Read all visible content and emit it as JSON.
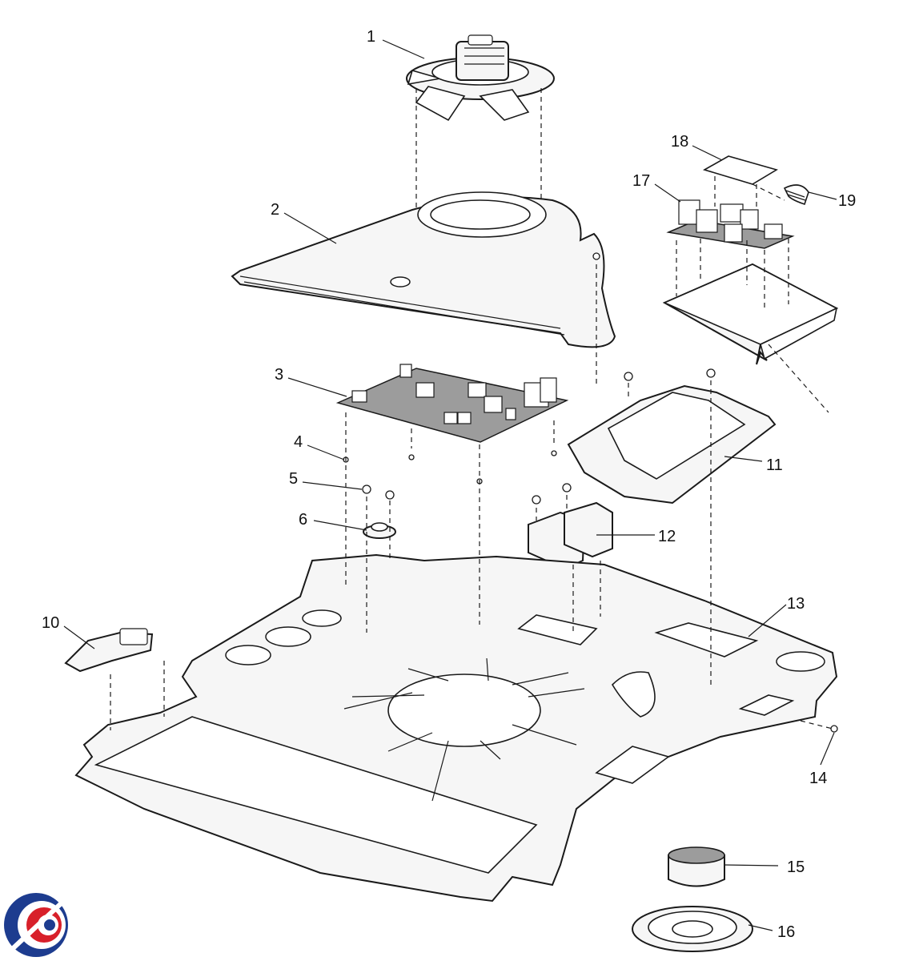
{
  "diagram": {
    "type": "exploded-parts-diagram",
    "callouts": [
      {
        "id": "c1",
        "label": "1"
      },
      {
        "id": "c2",
        "label": "2"
      },
      {
        "id": "c3",
        "label": "3"
      },
      {
        "id": "c4",
        "label": "4"
      },
      {
        "id": "c5",
        "label": "5"
      },
      {
        "id": "c6",
        "label": "6"
      },
      {
        "id": "c10",
        "label": "10"
      },
      {
        "id": "c11",
        "label": "11"
      },
      {
        "id": "c12",
        "label": "12"
      },
      {
        "id": "c13",
        "label": "13"
      },
      {
        "id": "c14",
        "label": "14"
      },
      {
        "id": "c15",
        "label": "15"
      },
      {
        "id": "c16",
        "label": "16"
      },
      {
        "id": "c17",
        "label": "17"
      },
      {
        "id": "c18",
        "label": "18"
      },
      {
        "id": "c19",
        "label": "19"
      }
    ]
  },
  "logo": {
    "name": "brand-logo",
    "colors": [
      "#1d3c8f",
      "#d8202a"
    ]
  }
}
